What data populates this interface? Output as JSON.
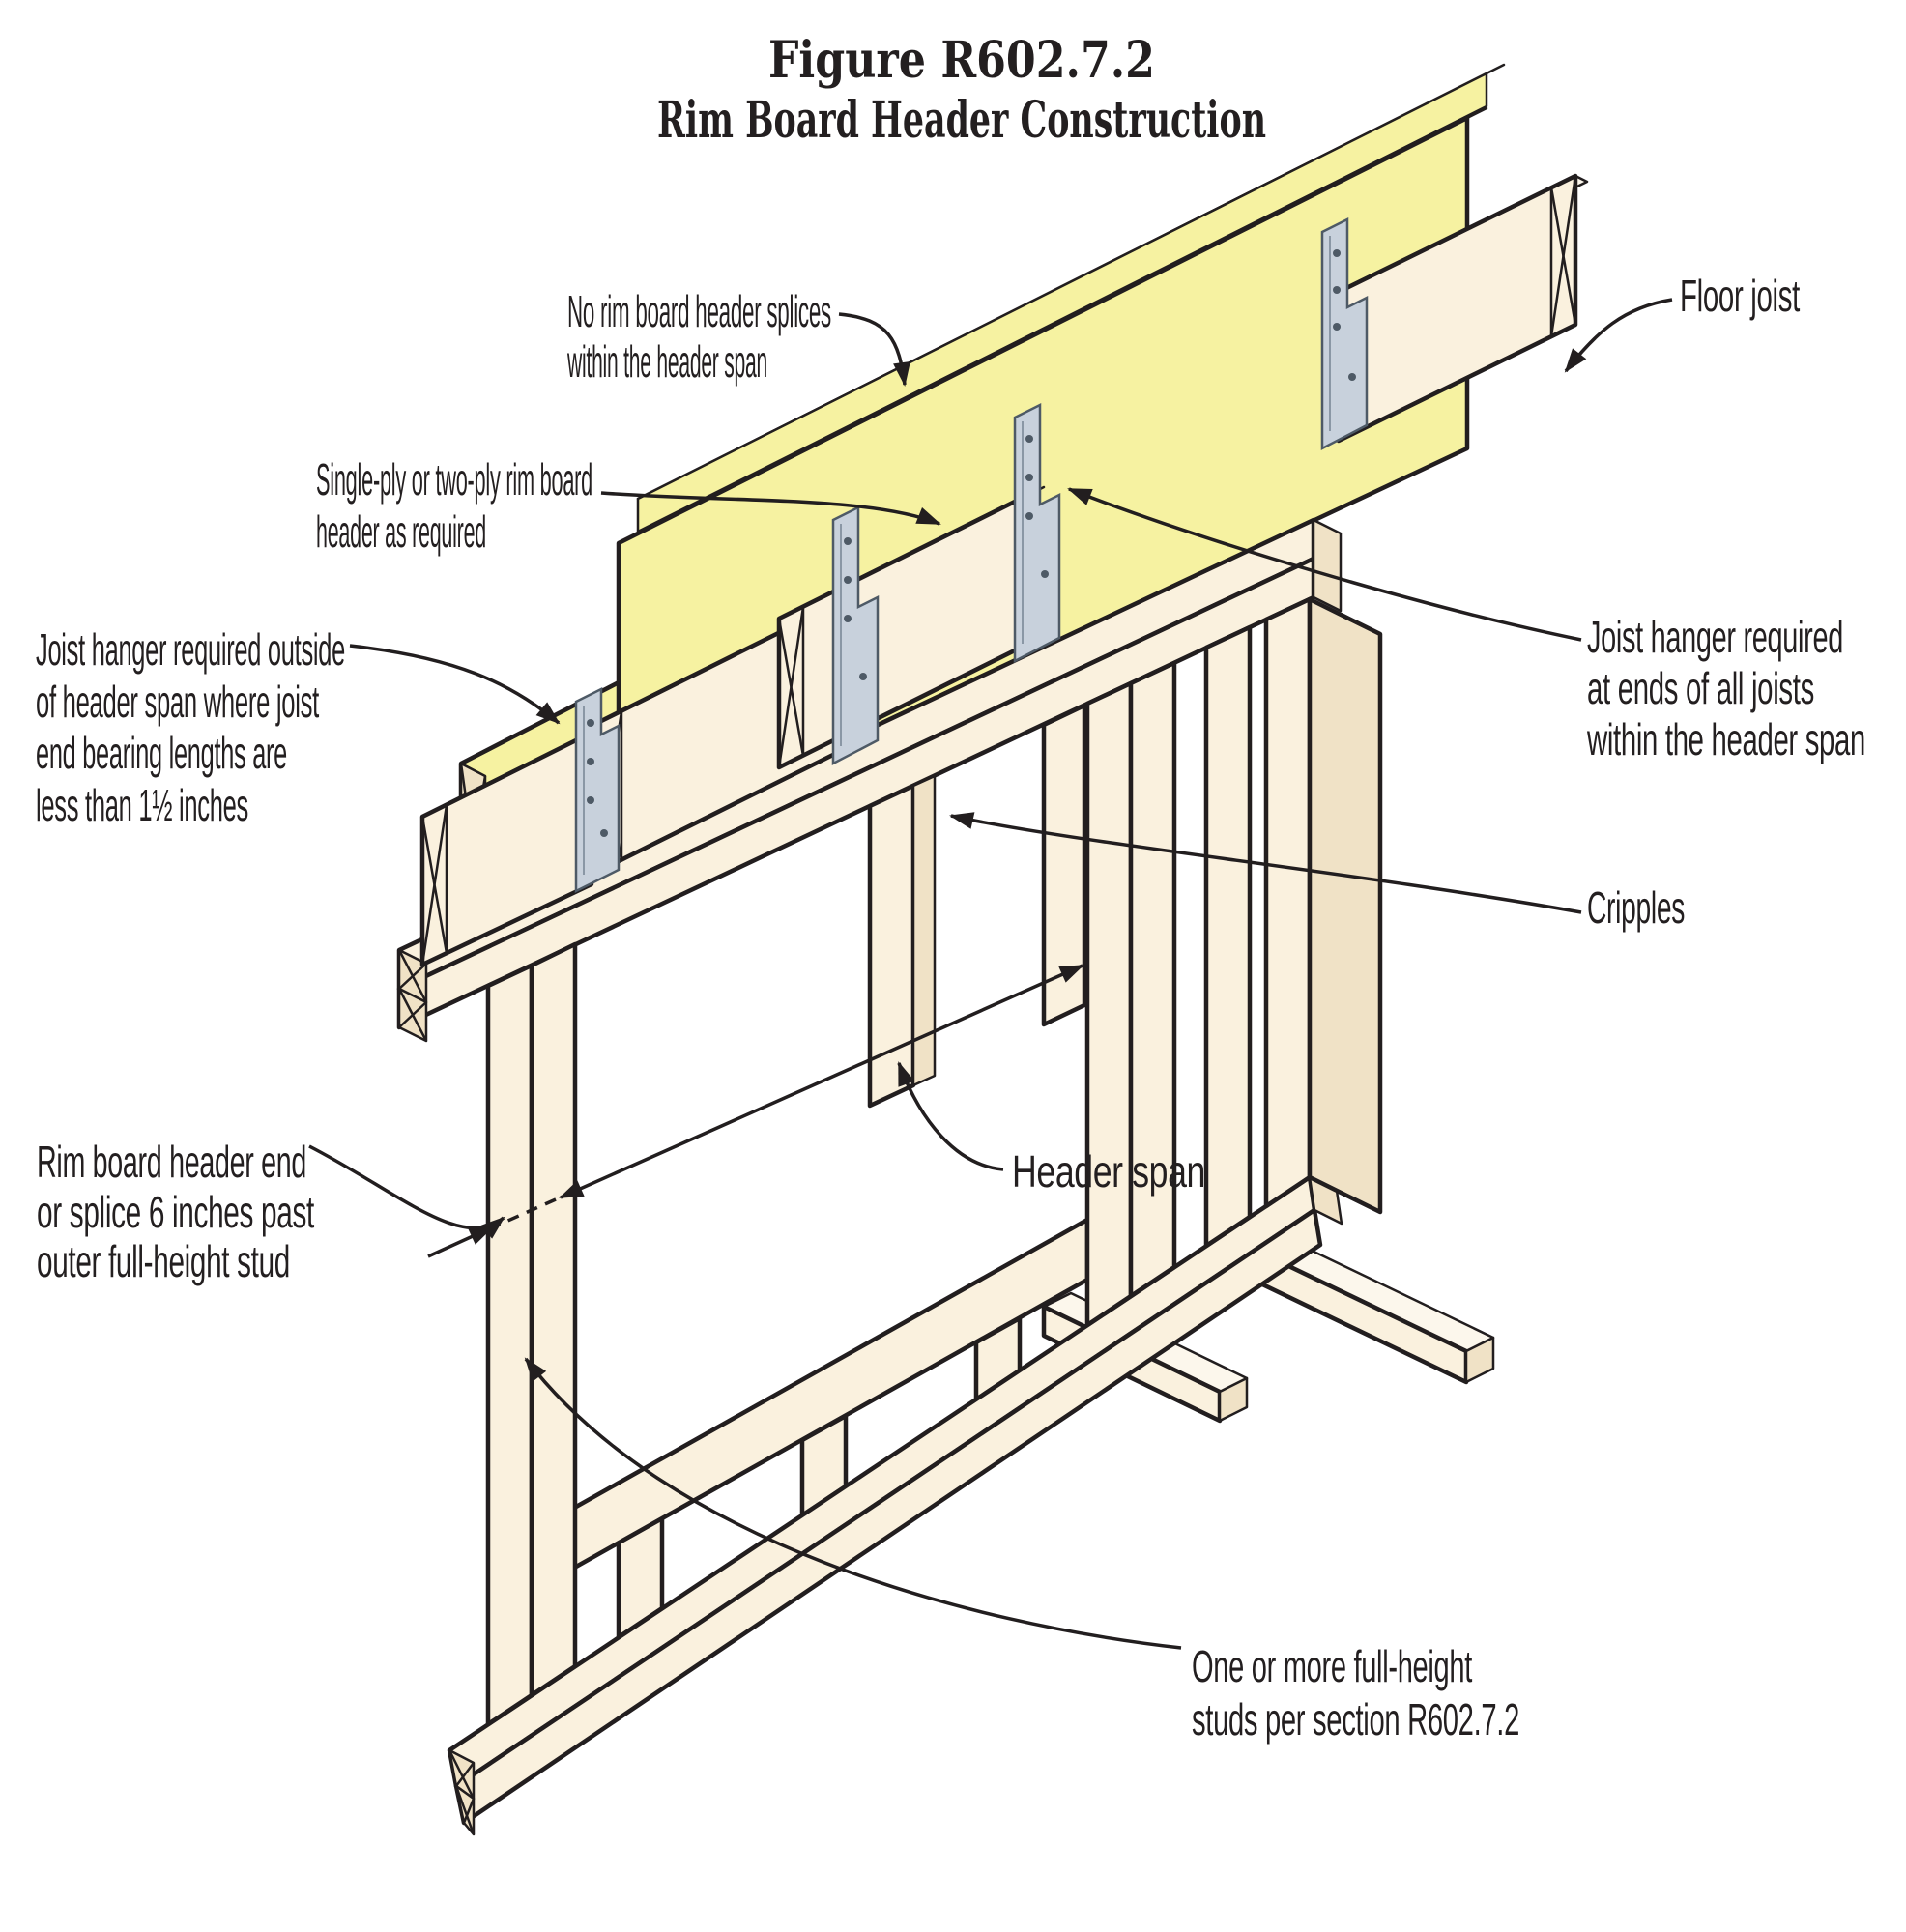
{
  "title": {
    "line1": "Figure R602.7.2",
    "line2": "Rim Board Header Construction"
  },
  "labels": {
    "no_splices": {
      "line1": "No rim board header splices",
      "line2": "within the header span"
    },
    "single_ply": {
      "line1": "Single-ply or two-ply rim board",
      "line2": "header as required"
    },
    "jh_outside": {
      "line1": "Joist hanger required outside",
      "line2": "of header span where joist",
      "line3": "end bearing lengths are",
      "line4": "less than 1½ inches"
    },
    "floor_joist": {
      "line1": "Floor joist"
    },
    "jh_at_ends": {
      "line1": "Joist hanger required",
      "line2": "at ends of all joists",
      "line3": "within the header span"
    },
    "cripples": {
      "line1": "Cripples"
    },
    "rim_end": {
      "line1": "Rim board header end",
      "line2": "or splice 6 inches past",
      "line3": "outer full-height stud"
    },
    "header_span": {
      "line1": "Header span"
    },
    "one_or_more": {
      "line1": "One or more full-height",
      "line2": "studs per section R602.7.2"
    }
  },
  "colors": {
    "wood": "#FAF1DE",
    "woodShade": "#F0E2C6",
    "woodLight": "#FCF7EC",
    "rim": "#F6F2A1",
    "rimLight": "#FAF8C9",
    "hanger": "#C8D1DC",
    "hangerDark": "#8A97A5",
    "line": "#221E1F",
    "text": "#231F20"
  }
}
